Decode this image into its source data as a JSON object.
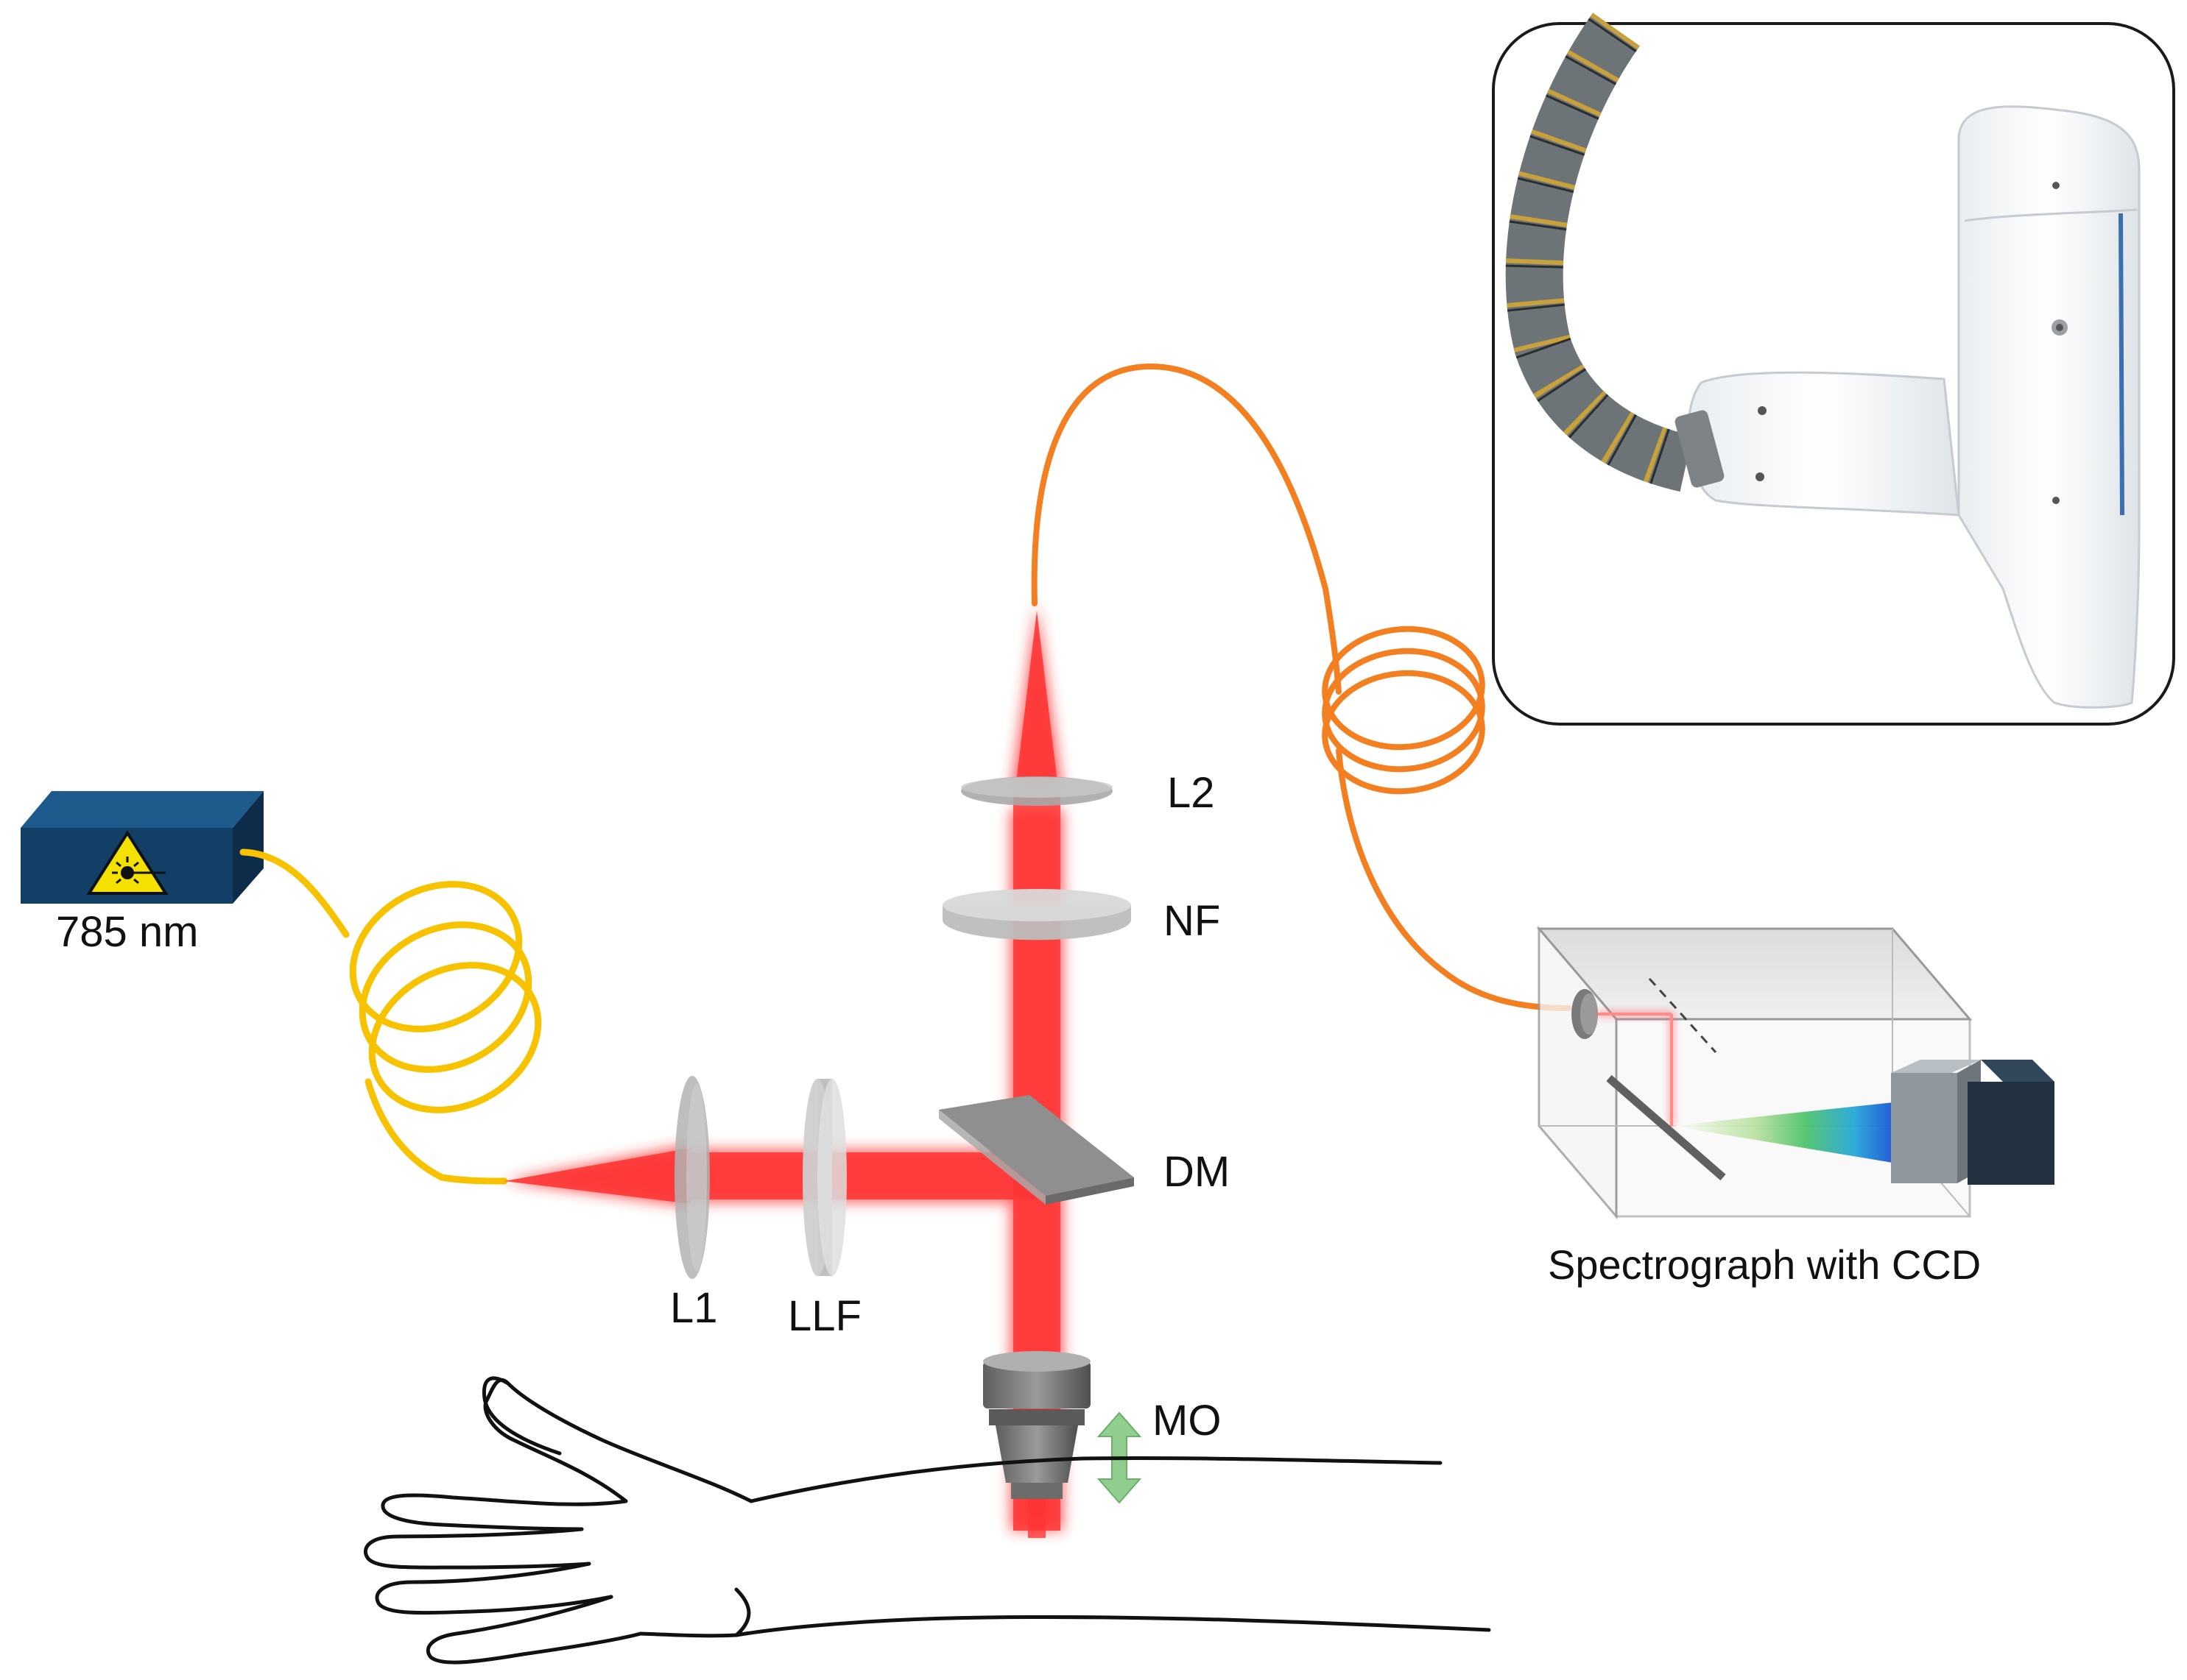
{
  "labels": {
    "laser": "785 nm",
    "l1": "L1",
    "llf": "LLF",
    "dm": "DM",
    "nf": "NF",
    "l2": "L2",
    "mo": "MO",
    "spectrograph": "Spectrograph with CCD"
  },
  "colors": {
    "laser_beam": "#ff2a2a",
    "excitation_fiber": "#f7c200",
    "collection_fiber": "#f47f20",
    "laser_box": "#123f66",
    "warning_sign": "#f5e100",
    "optics_gray": "#a8a8a8",
    "focus_arrow": "#8fce8f",
    "ccd_camera": "#22313f"
  },
  "icons": {
    "laser_source": "laser-source-icon",
    "laser_warning": "laser-warning-icon",
    "probe_photo": "handheld-probe-icon",
    "hand": "hand-outline-icon"
  }
}
